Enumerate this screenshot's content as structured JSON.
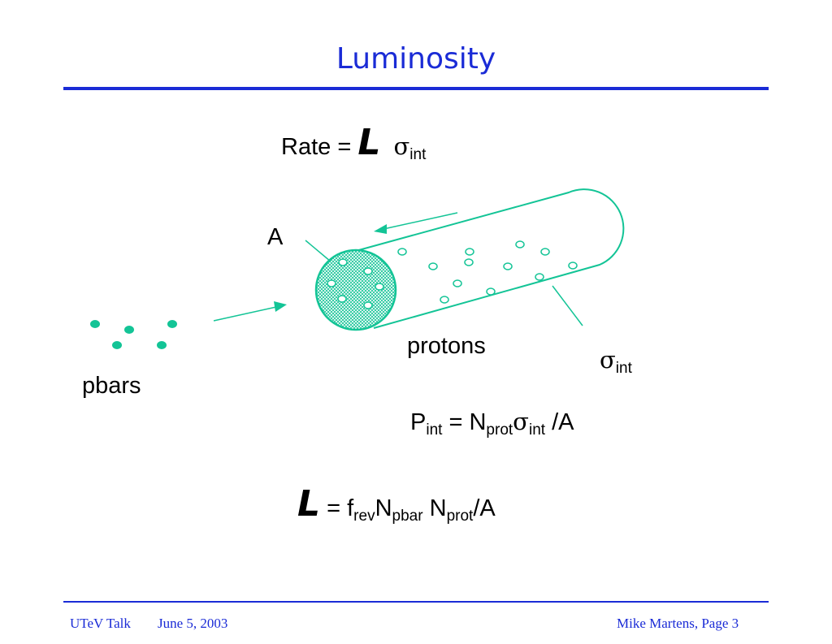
{
  "slide": {
    "title": "Luminosity"
  },
  "equations": {
    "rate": {
      "lhs": "Rate =",
      "symbol": "L",
      "sigma": "σ",
      "sub": "int"
    },
    "pint": {
      "P": "P",
      "P_sub": "int",
      "eq": "= N",
      "N_sub": "prot",
      "sigma": "σ",
      "sigma_sub": "int",
      "tail": "/A"
    },
    "lum": {
      "symbol": "L",
      "eq": "= f",
      "f_sub": "rev",
      "N1": "N",
      "N1_sub": "pbar",
      "N2": " N",
      "N2_sub": "prot",
      "tail": "/A"
    }
  },
  "diagram": {
    "area_label": "A",
    "protons_label": "protons",
    "pbars_label": "pbars",
    "sigma_label": {
      "sigma": "σ",
      "sub": "int"
    }
  },
  "footer": {
    "talk": "UTeV Talk",
    "date": "June 5, 2003",
    "page": "Mike Martens, Page 3"
  },
  "colors": {
    "title": "#1a2bd6",
    "accent": "#13c496"
  }
}
